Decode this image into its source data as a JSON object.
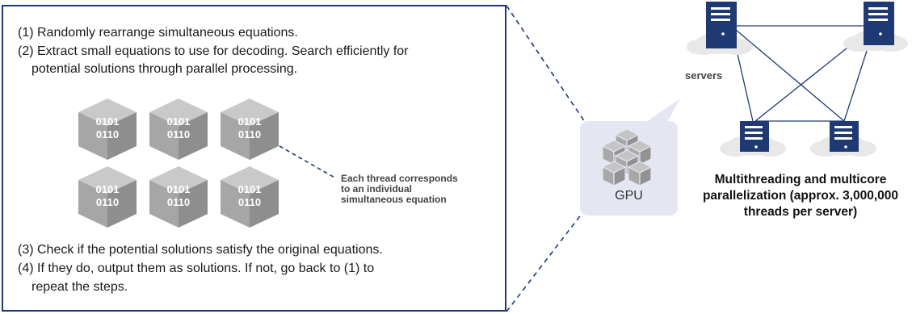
{
  "steps": [
    "(1) Randomly rearrange simultaneous equations.",
    "(2) Extract small equations to use for decoding. Search efficiently for",
    "potential solutions through parallel processing.",
    "(3) Check if the potential solutions satisfy the original equations.",
    "(4) If they do, output them as solutions. If not, go back to (1) to",
    "repeat the steps."
  ],
  "cube_code": "0101\n0110",
  "thread_note": "Each thread corresponds\nto an individual\nsimultaneous equation",
  "gpu_label": "GPU",
  "servers_label": "servers",
  "caption": "Multithreading and multicore parallelization (approx. 3,000,000 threads per server)",
  "colors": {
    "frame": "#1f3a73",
    "server": "#1f3a73",
    "cube": "#a9a9a9",
    "gpu_bg": "#e4e6f2",
    "cloud": "#e6e6e6"
  }
}
